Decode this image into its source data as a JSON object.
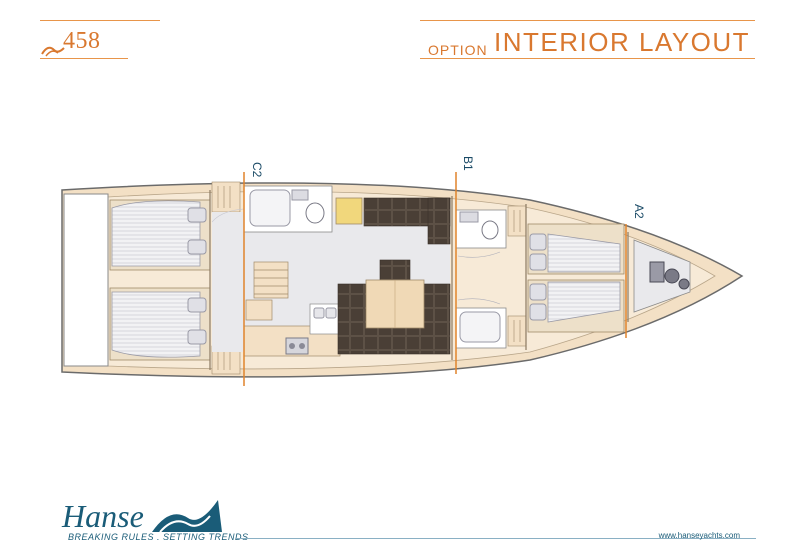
{
  "header": {
    "model": "458",
    "option_tag": "OPTION",
    "title": "INTERIOR LAYOUT"
  },
  "sections": {
    "c2": "C2",
    "b1": "B1",
    "a2": "A2"
  },
  "footer": {
    "brand": "Hanse",
    "tagline": "BREAKING RULES . SETTING TRENDS",
    "website": "www.hanseyachts.com"
  },
  "colors": {
    "accent": "#d9782f",
    "brand_blue": "#1a5c78",
    "wood": "#f3e0c5",
    "dark_upholstery": "#4a3f36",
    "floor": "#e9e9ec"
  }
}
